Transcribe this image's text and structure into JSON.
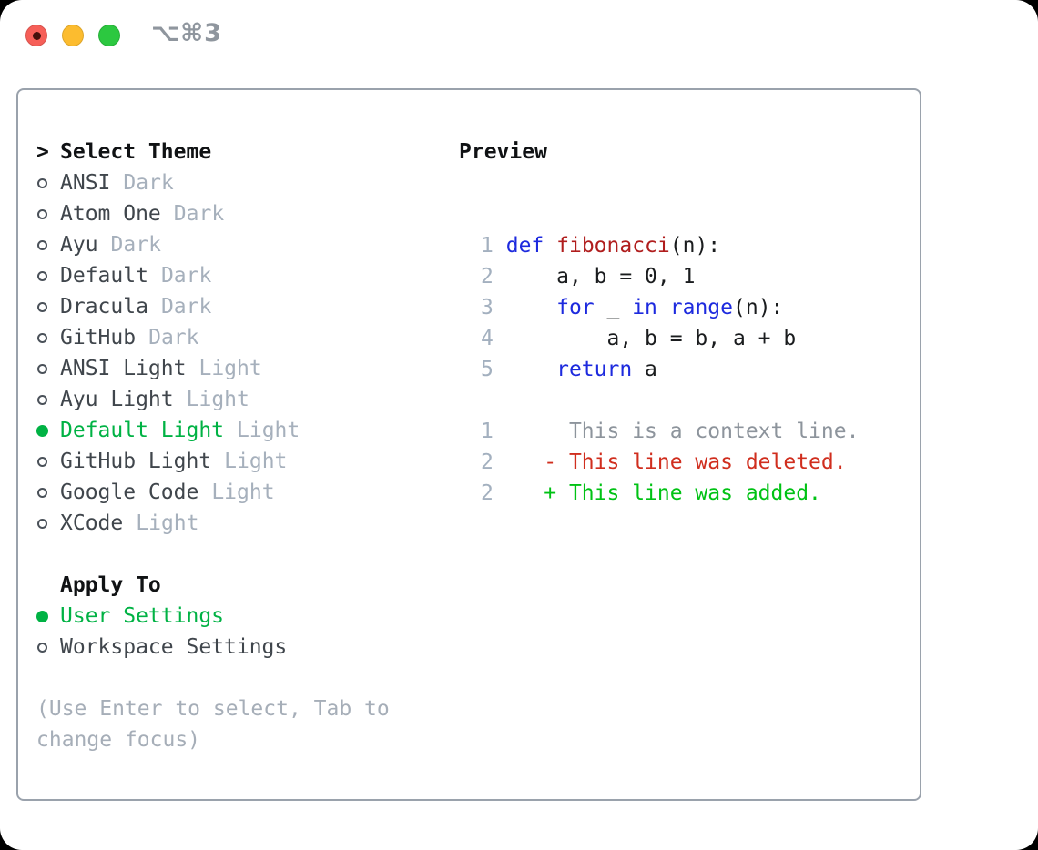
{
  "colors": {
    "green": "#00b244",
    "kw": "#1d2ade",
    "fn": "#b01d1d",
    "pl": "#1a1c1e",
    "ctx": "#8d949c",
    "del": "#d02e1e",
    "add": "#00c214",
    "tag": "#a6b0bc",
    "name": "#40464c",
    "lnum": "#a3b0bf",
    "help": "#a6aeb8",
    "border": "#9aa2ac",
    "pv_border": "#a5acb4",
    "shortcut": "#8f969e",
    "ring": "#4a5159",
    "close": "#f65f58",
    "min": "#fcbc2f",
    "zoom": "#2cc840"
  },
  "titlebar": {
    "shortcut": "⌥⌘3"
  },
  "theme_picker": {
    "cursor": ">",
    "title": "Select Theme",
    "themes": [
      {
        "name": "ANSI",
        "tag": "Dark",
        "selected": false
      },
      {
        "name": "Atom One",
        "tag": "Dark",
        "selected": false
      },
      {
        "name": "Ayu",
        "tag": "Dark",
        "selected": false
      },
      {
        "name": "Default",
        "tag": "Dark",
        "selected": false
      },
      {
        "name": "Dracula",
        "tag": "Dark",
        "selected": false
      },
      {
        "name": "GitHub",
        "tag": "Dark",
        "selected": false
      },
      {
        "name": "ANSI Light",
        "tag": "Light",
        "selected": false
      },
      {
        "name": "Ayu Light",
        "tag": "Light",
        "selected": false
      },
      {
        "name": "Default Light",
        "tag": "Light",
        "selected": true
      },
      {
        "name": "GitHub Light",
        "tag": "Light",
        "selected": false
      },
      {
        "name": "Google Code",
        "tag": "Light",
        "selected": false
      },
      {
        "name": "XCode",
        "tag": "Light",
        "selected": false
      }
    ]
  },
  "apply_to": {
    "title": "Apply To",
    "options": [
      {
        "label": "User Settings",
        "selected": true
      },
      {
        "label": "Workspace Settings",
        "selected": false
      }
    ]
  },
  "help": {
    "line1": "(Use Enter to select, Tab to",
    "line2": "change focus)"
  },
  "preview": {
    "title": "Preview",
    "code_lines": [
      {
        "n": "1",
        "tokens": [
          {
            "c": "kw",
            "t": "def"
          },
          {
            "c": "pl",
            "t": " "
          },
          {
            "c": "fn",
            "t": "fibonacci"
          },
          {
            "c": "pl",
            "t": "(n):"
          }
        ]
      },
      {
        "n": "2",
        "tokens": [
          {
            "c": "pl",
            "t": "    a, b = 0, 1"
          }
        ]
      },
      {
        "n": "3",
        "tokens": [
          {
            "c": "pl",
            "t": "    "
          },
          {
            "c": "kw",
            "t": "for"
          },
          {
            "c": "pl",
            "t": " _ "
          },
          {
            "c": "kw",
            "t": "in"
          },
          {
            "c": "pl",
            "t": " "
          },
          {
            "c": "kw",
            "t": "range"
          },
          {
            "c": "pl",
            "t": "(n):"
          }
        ]
      },
      {
        "n": "4",
        "tokens": [
          {
            "c": "pl",
            "t": "        a, b = b, a + b"
          }
        ]
      },
      {
        "n": "5",
        "tokens": [
          {
            "c": "pl",
            "t": "    "
          },
          {
            "c": "kw",
            "t": "return"
          },
          {
            "c": "pl",
            "t": " a"
          }
        ]
      },
      {
        "n": "",
        "tokens": []
      },
      {
        "n": "1",
        "tokens": [
          {
            "c": "ctx",
            "t": "     This is a context line."
          }
        ]
      },
      {
        "n": "2",
        "tokens": [
          {
            "c": "pl",
            "t": "   "
          },
          {
            "c": "del",
            "t": "- This line was deleted."
          }
        ]
      },
      {
        "n": "2",
        "tokens": [
          {
            "c": "pl",
            "t": "   "
          },
          {
            "c": "add",
            "t": "+ This line was added."
          }
        ]
      }
    ]
  }
}
